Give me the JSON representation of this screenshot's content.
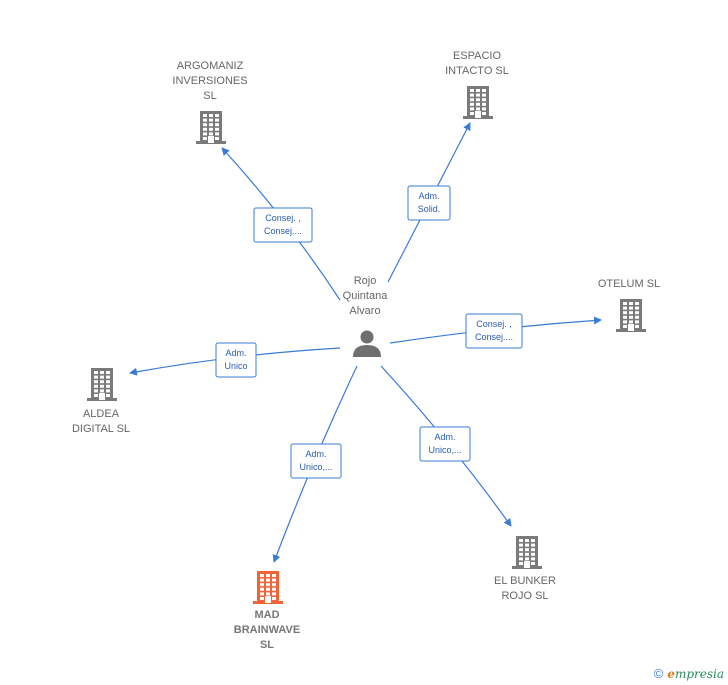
{
  "center": {
    "lines": [
      "Rojo",
      "Quintana",
      "Alvaro"
    ]
  },
  "companies": [
    {
      "id": "argomaniz",
      "lines": [
        "ARGOMANIZ",
        "INVERSIONES",
        "SL"
      ],
      "highlight": false
    },
    {
      "id": "espacio",
      "lines": [
        "ESPACIO",
        "INTACTO  SL"
      ],
      "highlight": false
    },
    {
      "id": "otelum",
      "lines": [
        "OTELUM SL"
      ],
      "highlight": false
    },
    {
      "id": "aldea",
      "lines": [
        "ALDEA",
        "DIGITAL  SL"
      ],
      "highlight": false
    },
    {
      "id": "mad",
      "lines": [
        "MAD",
        "BRAINWAVE",
        "SL"
      ],
      "highlight": true
    },
    {
      "id": "elbunker",
      "lines": [
        "EL BUNKER",
        "ROJO  SL"
      ],
      "highlight": false
    }
  ],
  "relations": [
    {
      "to": "argomaniz",
      "lines": [
        "Consej. ,",
        "Consej...."
      ]
    },
    {
      "to": "espacio",
      "lines": [
        "Adm.",
        "Solid."
      ]
    },
    {
      "to": "otelum",
      "lines": [
        "Consej. ,",
        "Consej...."
      ]
    },
    {
      "to": "aldea",
      "lines": [
        "Adm.",
        "Unico"
      ]
    },
    {
      "to": "mad",
      "lines": [
        "Adm.",
        "Unico,..."
      ]
    },
    {
      "to": "elbunker",
      "lines": [
        "Adm.",
        "Unico,..."
      ]
    }
  ],
  "colors": {
    "edge": "#3a7bd5",
    "building": "#7a7a7a",
    "building_highlight": "#f0643a",
    "person": "#6f6f6f"
  },
  "icons": {
    "company": "building-icon",
    "person": "person-icon"
  },
  "footer": {
    "copyright": "©",
    "brand_initial": "e",
    "brand_rest": "mpresia"
  }
}
